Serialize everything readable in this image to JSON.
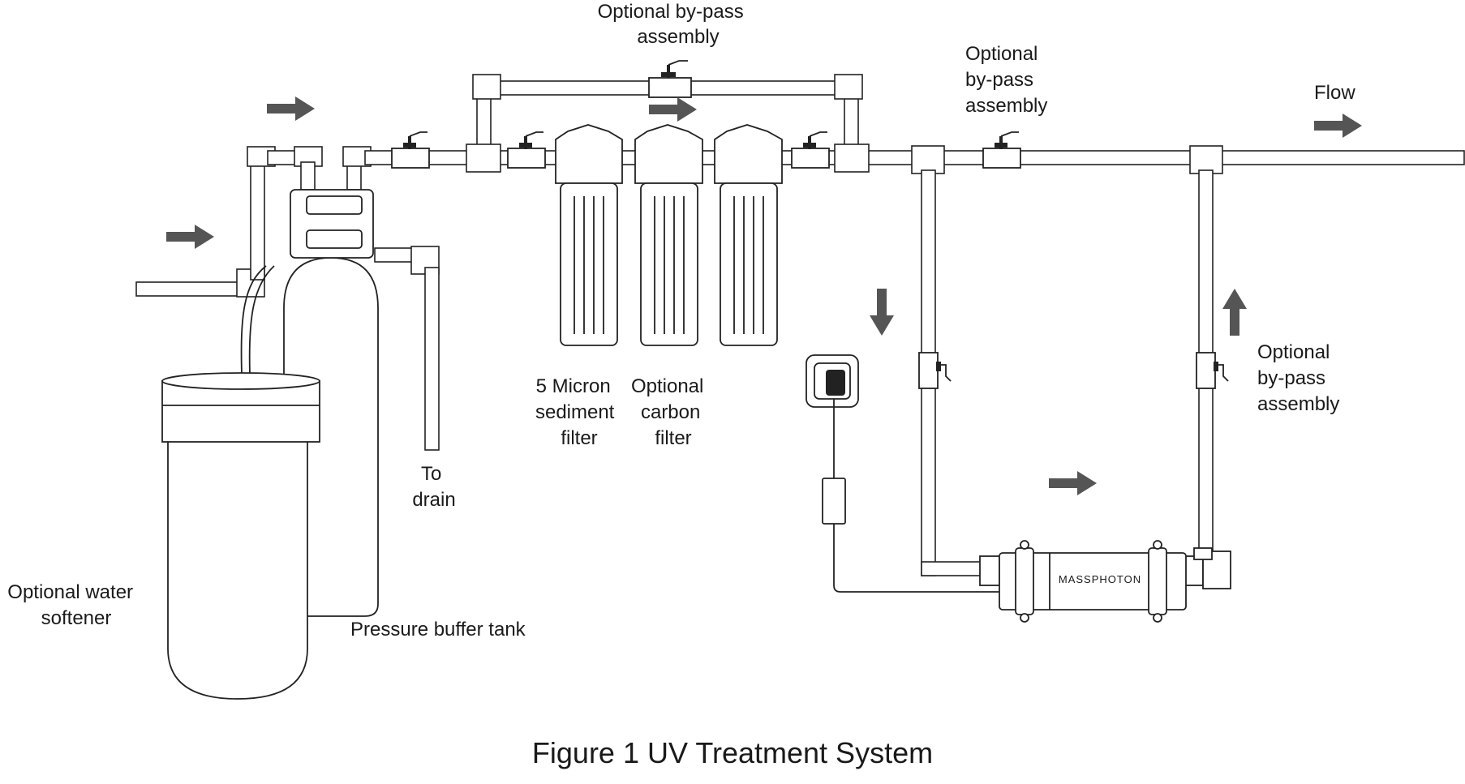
{
  "caption": "Figure 1 UV Treatment System",
  "labels": {
    "bypass_top": [
      "Optional by-pass",
      "assembly"
    ],
    "bypass_right": [
      "Optional",
      "by-pass",
      "assembly"
    ],
    "flow": "Flow",
    "bypass_side": [
      "Optional",
      "by-pass",
      "assembly"
    ],
    "sediment_filter": [
      "5 Micron",
      "sediment",
      "filter"
    ],
    "carbon_filter": [
      "Optional",
      "carbon",
      "filter"
    ],
    "to_drain": [
      "To",
      "drain"
    ],
    "water_softener": [
      "Optional water",
      "softener"
    ],
    "pressure_tank": "Pressure buffer tank",
    "uv_brand": "MASSPHOTON"
  },
  "flow_arrows": [
    {
      "id": "arrow-inlet",
      "direction": "right"
    },
    {
      "id": "arrow-top-left",
      "direction": "right"
    },
    {
      "id": "arrow-filters",
      "direction": "right"
    },
    {
      "id": "arrow-flow",
      "direction": "right"
    },
    {
      "id": "arrow-down",
      "direction": "down"
    },
    {
      "id": "arrow-up",
      "direction": "up"
    },
    {
      "id": "arrow-uv",
      "direction": "right"
    }
  ],
  "colors": {
    "line": "#222222",
    "arrow": "#555555",
    "background": "#ffffff"
  }
}
